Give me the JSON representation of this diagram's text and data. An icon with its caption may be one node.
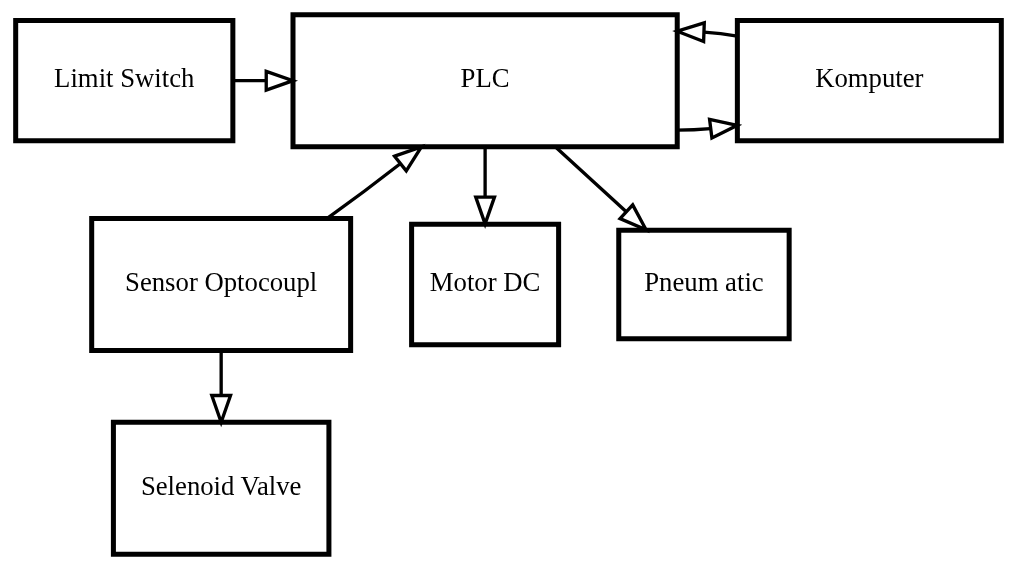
{
  "diagram": {
    "nodes": [
      {
        "text": [
          "Limit Switch"
        ]
      },
      {
        "text": [
          "PLC"
        ]
      },
      {
        "text": [
          "Komputer"
        ]
      },
      {
        "text": [
          "Sensor Optocoupl"
        ]
      },
      {
        "text": [
          "Motor DC"
        ]
      },
      {
        "text": [
          "Pneum atic"
        ]
      },
      {
        "text": [
          "Selenoid Valve"
        ]
      }
    ],
    "edges": [
      {
        "from": 0,
        "to": 1,
        "arrow": "to"
      },
      {
        "from": 1,
        "to": 2,
        "arrow": "to"
      },
      {
        "from": 2,
        "to": 1,
        "arrow": "to"
      },
      {
        "from": 3,
        "to": 1,
        "arrow": "to"
      },
      {
        "from": 1,
        "to": 4,
        "arrow": "to"
      },
      {
        "from": 1,
        "to": 5,
        "arrow": "to"
      },
      {
        "from": 3,
        "to": 6,
        "arrow": "to"
      }
    ]
  }
}
